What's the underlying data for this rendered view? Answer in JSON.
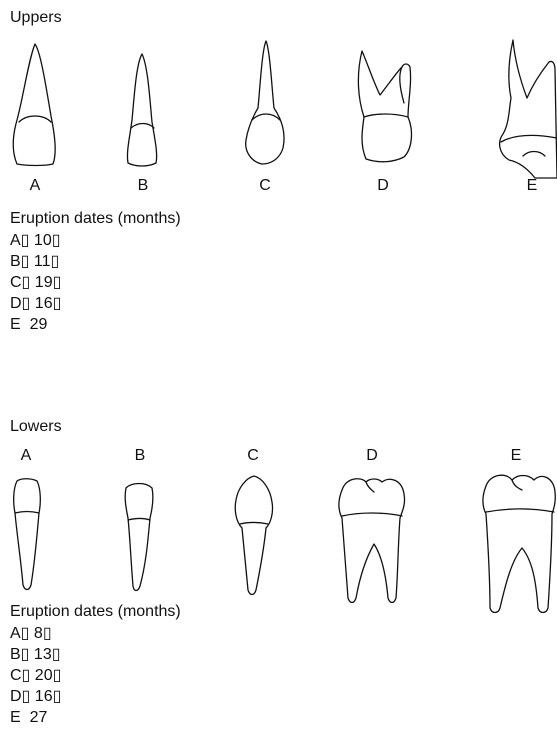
{
  "uppers": {
    "heading": "Uppers",
    "labels": [
      "A",
      "B",
      "C",
      "D",
      "E"
    ],
    "dates_heading": "Eruption dates (months)",
    "dates": [
      "A▯ 10▯",
      "B▯ 11▯",
      "C▯ 19▯",
      "D▯ 16▯",
      "E  29"
    ]
  },
  "lowers": {
    "heading": "Lowers",
    "labels": [
      "A",
      "B",
      "C",
      "D",
      "E"
    ],
    "dates_heading": "Eruption dates (months)",
    "dates": [
      "A▯ 8▯",
      "B▯ 13▯",
      "C▯ 20▯",
      "D▯ 16▯",
      "E  27"
    ]
  }
}
